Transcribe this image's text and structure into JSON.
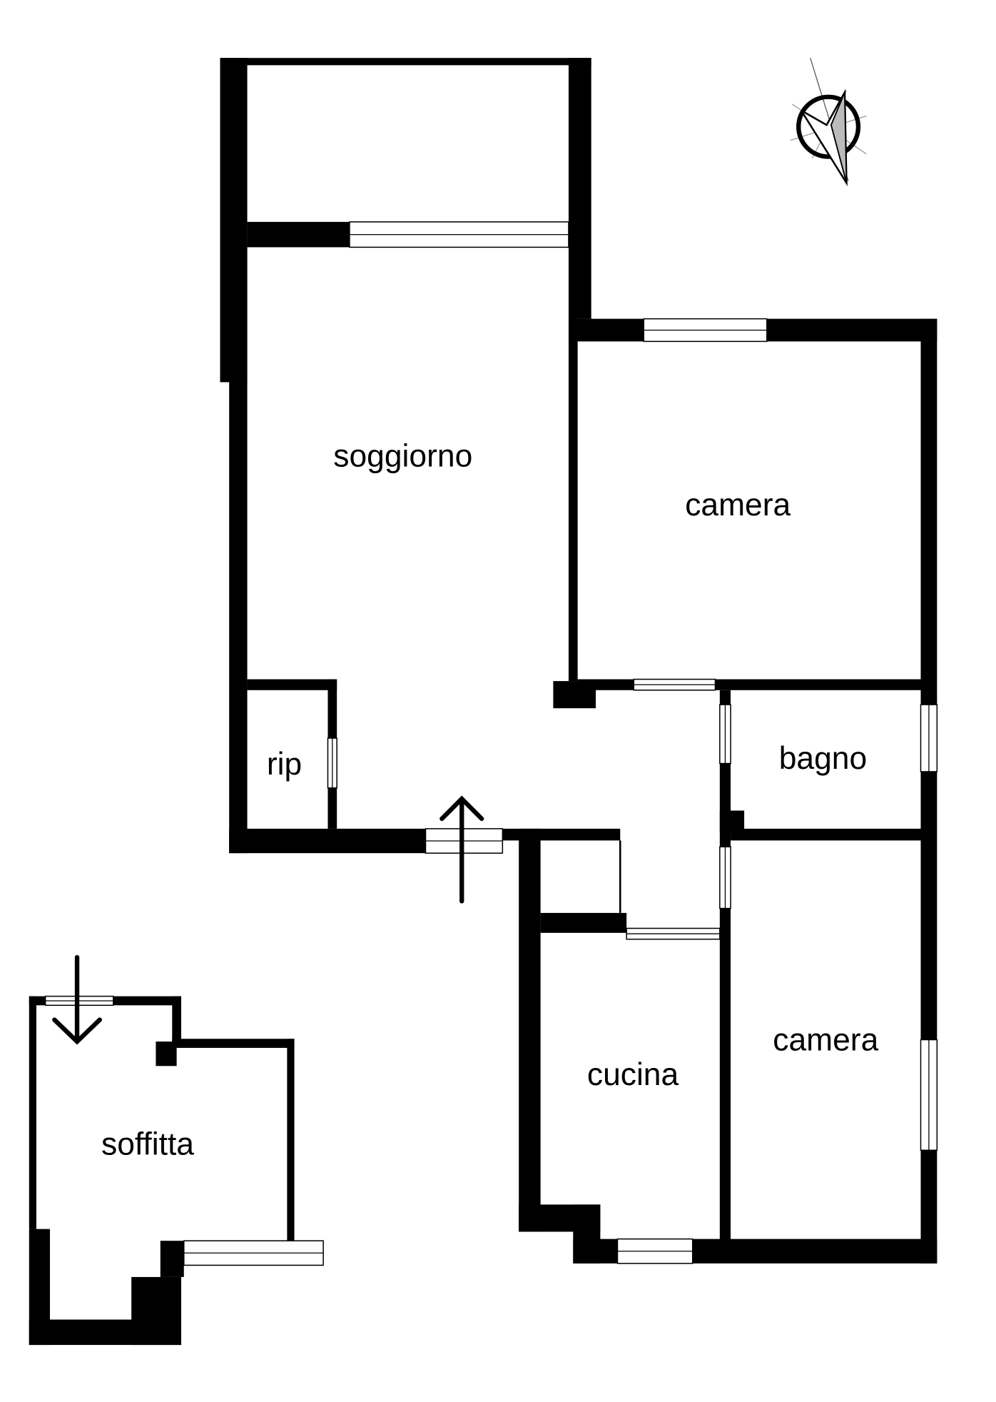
{
  "floor_plan": {
    "rooms": {
      "soggiorno": "soggiorno",
      "camera_1": "camera",
      "rip": "rip",
      "bagno": "bagno",
      "cucina": "cucina",
      "camera_2": "camera",
      "soffitta": "soffitta"
    },
    "icons": {
      "compass": "north-arrow-icon",
      "entrance": "entrance-arrow-icon",
      "attic_entrance": "attic-entrance-arrow-icon"
    }
  }
}
